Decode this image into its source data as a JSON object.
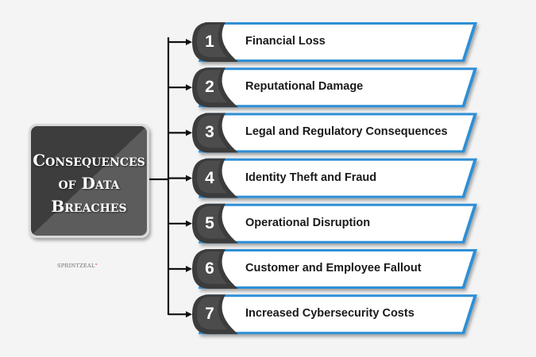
{
  "center": {
    "line1": "Consequences",
    "line2": "of Data",
    "line3": "Breaches"
  },
  "items": [
    {
      "num": "1",
      "label": "Financial Loss"
    },
    {
      "num": "2",
      "label": "Reputational Damage"
    },
    {
      "num": "3",
      "label": "Legal and Regulatory Consequences"
    },
    {
      "num": "4",
      "label": "Identity Theft and Fraud"
    },
    {
      "num": "5",
      "label": "Operational Disruption"
    },
    {
      "num": "6",
      "label": "Customer and Employee Fallout"
    },
    {
      "num": "7",
      "label": "Increased Cybersecurity Costs"
    }
  ],
  "logo": {
    "text": "SPRINTZEAL",
    "mark": "°"
  },
  "colors": {
    "background": "#f4f4f4",
    "accent_blue": "#2f8fd6",
    "dark_gray": "#3c3c3c",
    "mid_gray": "#5a5a5a",
    "connector": "#111111"
  },
  "icons": {
    "arrow": "arrow-right-icon"
  }
}
